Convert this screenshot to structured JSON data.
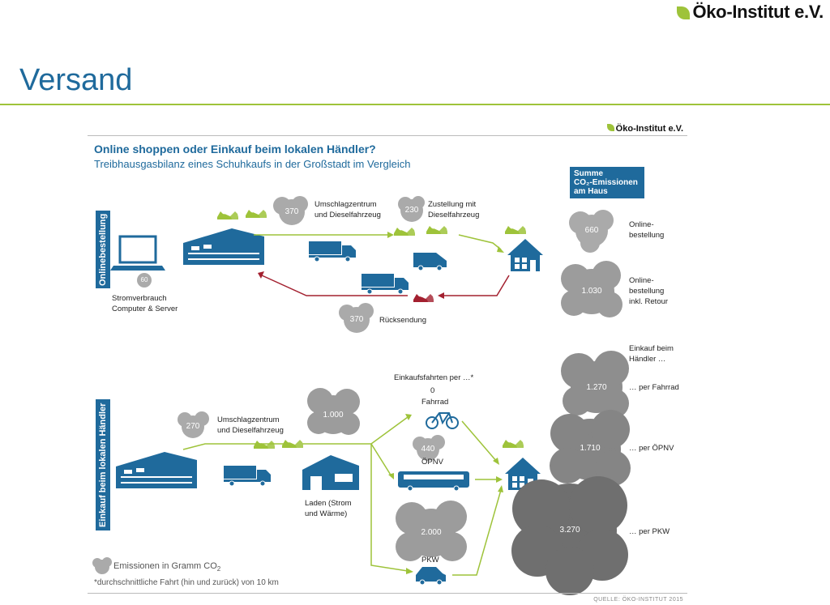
{
  "header": {
    "logo": "Öko-Institut e.V.",
    "title": "Versand"
  },
  "infographic": {
    "logo": "Öko-Institut e.V.",
    "heading": "Online shoppen oder Einkauf beim lokalen Händler?",
    "subheading": "Treibhausgasbilanz eines Schuhkaufs in der Großstadt im Vergleich",
    "summary_box": [
      "Summe",
      "CO₂-Emissionen",
      "am Haus"
    ],
    "online": {
      "side_label": "Onlinebestellung",
      "computer_value": "60",
      "computer_label": [
        "Stromverbrauch",
        "Computer & Server"
      ],
      "hub_value": "370",
      "hub_label": [
        "Umschlagzentrum",
        "und Dieselfahrzeug"
      ],
      "delivery_value": "230",
      "delivery_label": [
        "Zustellung mit",
        "Dieselfahrzeug"
      ],
      "return_value": "370",
      "return_label": "Rücksendung",
      "total1_value": "660",
      "total1_label": [
        "Online-",
        "bestellung"
      ],
      "total2_value": "1.030",
      "total2_label": [
        "Online-",
        "bestellung",
        "inkl. Retour"
      ]
    },
    "local": {
      "side_label": "Einkauf beim lokalen Händler",
      "hub_value": "270",
      "hub_label": [
        "Umschlagzentrum",
        "und Dieselfahrzeug"
      ],
      "store_value": "1.000",
      "store_label": [
        "Laden (Strom",
        "und Wärme)"
      ],
      "trips_label": "Einkaufsfahrten per …*",
      "bike_value": "0",
      "bike_label": "Fahrrad",
      "bus_value": "440",
      "bus_label": "ÖPNV",
      "car_value": "2.000",
      "car_label": "PKW",
      "einkauf_label": [
        "Einkauf beim",
        "Händler …"
      ],
      "total_bike_value": "1.270",
      "total_bike_label": "… per Fahrrad",
      "total_bus_value": "1.710",
      "total_bus_label": "… per ÖPNV",
      "total_car_value": "3.270",
      "total_car_label": "… per PKW"
    },
    "legend": "Emissionen in Gramm CO",
    "legend_sub": "2",
    "footnote": "*durchschnittliche Fahrt (hin und zurück) von 10 km",
    "source": "QUELLE: ÖKO-INSTITUT 2015"
  },
  "colors": {
    "blue": "#1f6a9c",
    "green": "#9ec33a",
    "red": "#a3202f",
    "cloud_light": "#aaaaaa",
    "cloud_dark": "#7a7a7a"
  }
}
